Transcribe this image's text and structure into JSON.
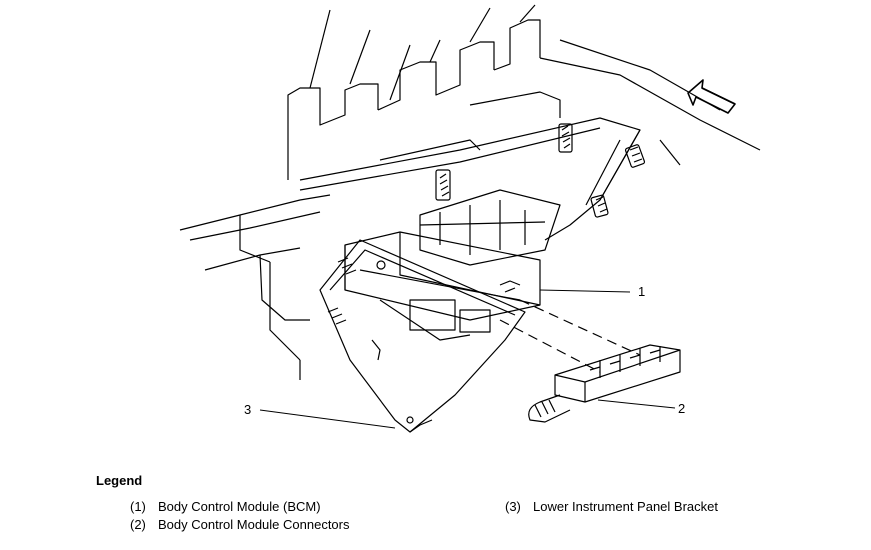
{
  "diagram": {
    "callouts": [
      "1",
      "2",
      "3"
    ]
  },
  "legend": {
    "title": "Legend",
    "items": [
      {
        "num": "(1)",
        "label": "Body Control Module (BCM)"
      },
      {
        "num": "(2)",
        "label": "Body Control Module Connectors"
      },
      {
        "num": "(3)",
        "label": "Lower Instrument Panel Bracket"
      }
    ]
  }
}
